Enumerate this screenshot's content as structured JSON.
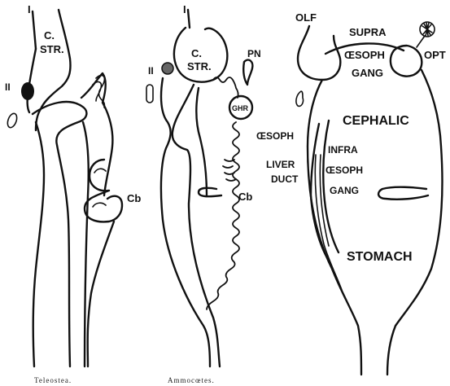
{
  "figure": {
    "panels": [
      {
        "caption": "Teleostea.",
        "labels": {
          "i": "I",
          "c_str": [
            "C.",
            "STR."
          ],
          "ii": "II",
          "cb": "Cb"
        }
      },
      {
        "caption": "Ammocœtes.",
        "labels": {
          "i": "I",
          "c_str": [
            "C.",
            "STR."
          ],
          "ii": "II",
          "pn": "PN",
          "ghr": "GHR",
          "cb": "Cb"
        }
      },
      {
        "caption": "",
        "labels": {
          "olf": "OLF",
          "opt": "OPT",
          "supra": [
            "SUPRA",
            "ŒSOPH",
            "GANG"
          ],
          "cephalic": "CEPHALIC",
          "oesoph": "ŒSOPH",
          "liver_duct": [
            "LIVER",
            "DUCT"
          ],
          "infra": [
            "INFRA",
            "ŒSOPH",
            "GANG"
          ],
          "stomach": "STOMACH"
        }
      }
    ]
  }
}
